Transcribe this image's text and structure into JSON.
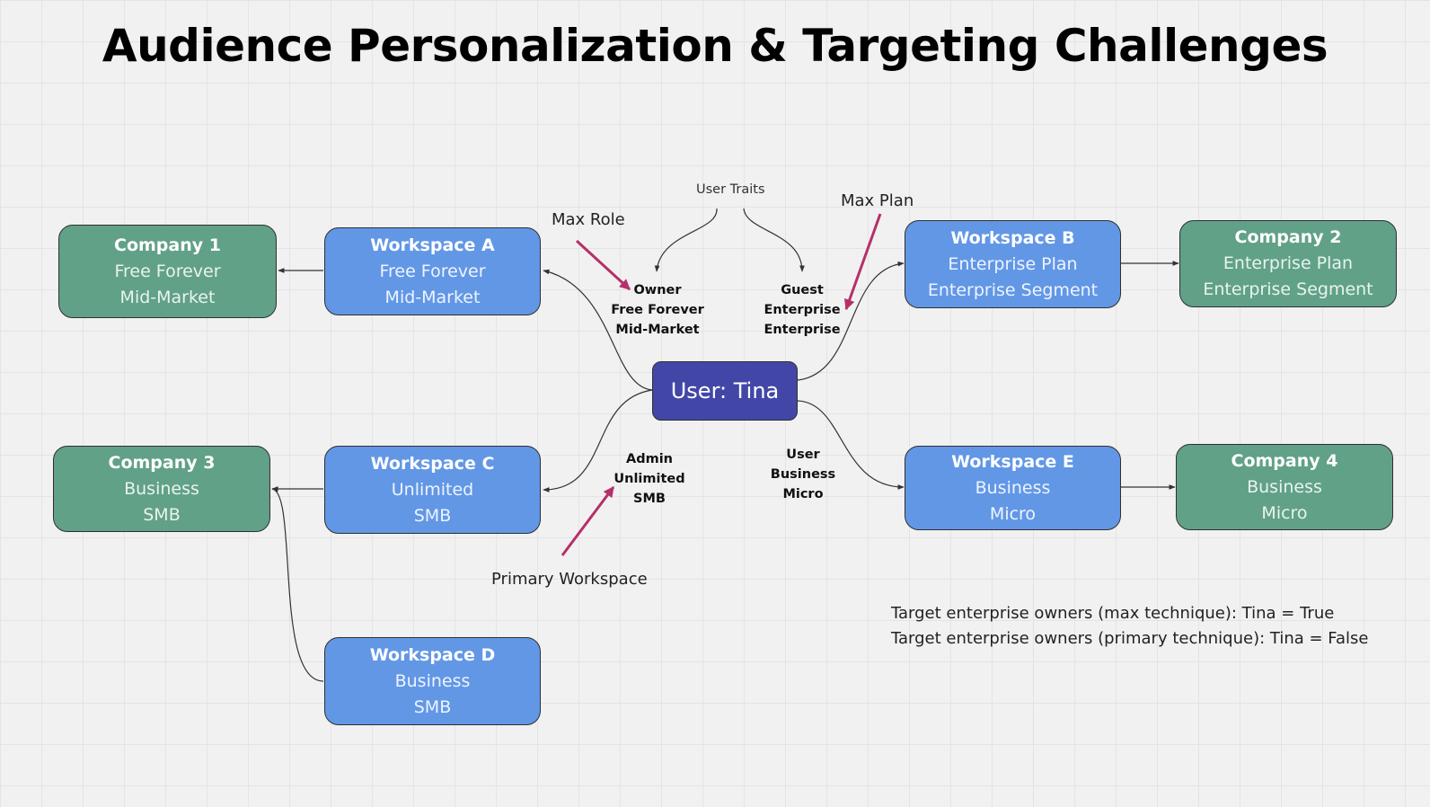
{
  "title": "Audience Personalization & Targeting Challenges",
  "user": {
    "label": "User: Tina"
  },
  "companies": [
    {
      "title": "Company 1",
      "plan": "Free Forever",
      "segment": "Mid-Market"
    },
    {
      "title": "Company 2",
      "plan": "Enterprise Plan",
      "segment": "Enterprise Segment"
    },
    {
      "title": "Company 3",
      "plan": "Business",
      "segment": "SMB"
    },
    {
      "title": "Company 4",
      "plan": "Business",
      "segment": "Micro"
    }
  ],
  "workspaces": [
    {
      "title": "Workspace A",
      "plan": "Free Forever",
      "segment": "Mid-Market"
    },
    {
      "title": "Workspace B",
      "plan": "Enterprise Plan",
      "segment": "Enterprise Segment"
    },
    {
      "title": "Workspace C",
      "plan": "Unlimited",
      "segment": "SMB"
    },
    {
      "title": "Workspace D",
      "plan": "Business",
      "segment": "SMB"
    },
    {
      "title": "Workspace E",
      "plan": "Business",
      "segment": "Micro"
    }
  ],
  "traits": {
    "header": "User Traits",
    "workspace_a": [
      "Owner",
      "Free Forever",
      "Mid-Market"
    ],
    "workspace_b": [
      "Guest",
      "Enterprise",
      "Enterprise"
    ],
    "workspace_c": [
      "Admin",
      "Unlimited",
      "SMB"
    ],
    "workspace_e": [
      "User",
      "Business",
      "Micro"
    ]
  },
  "annotations": {
    "max_role": "Max Role",
    "max_plan": "Max Plan",
    "primary_workspace": "Primary Workspace"
  },
  "targeting": {
    "max_technique": "Target enterprise owners (max technique): Tina = True",
    "primary_technique": "Target enterprise owners (primary technique): Tina = False"
  },
  "colors": {
    "company": "#61a188",
    "workspace": "#6297e6",
    "user": "#4247a7",
    "annotation_arrow": "#b5306a",
    "connector": "#333333"
  }
}
